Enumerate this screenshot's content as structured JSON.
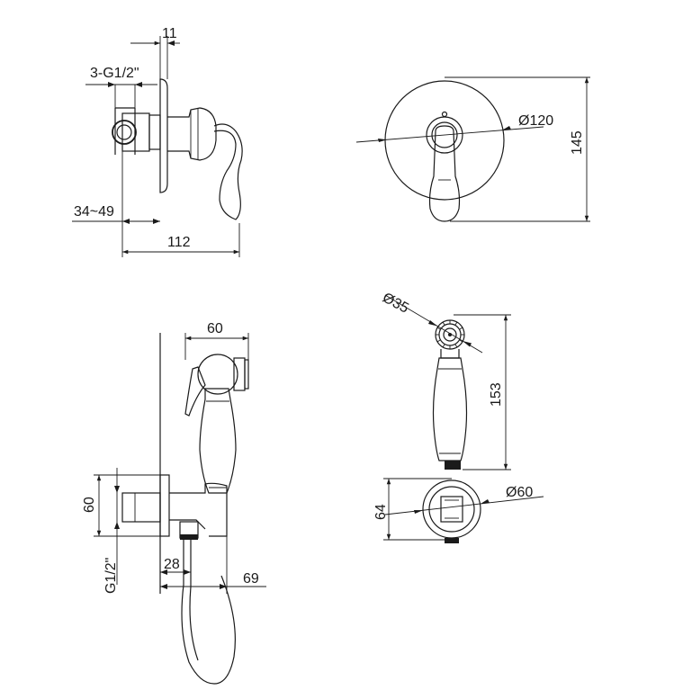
{
  "dims": {
    "d11": "11",
    "thread_top": "3-G1/2\"",
    "range_34_49": "34~49",
    "d112": "112",
    "dia120": "Ø120",
    "d145": "145",
    "d60_top": "60",
    "d60_side": "60",
    "g12_side": "G1/2\"",
    "d28": "28",
    "d69": "69",
    "dia35": "Ø35",
    "d153": "153",
    "d64": "64",
    "dia60": "Ø60"
  },
  "colors": {
    "line": "#1a1a1a",
    "background": "#ffffff"
  }
}
